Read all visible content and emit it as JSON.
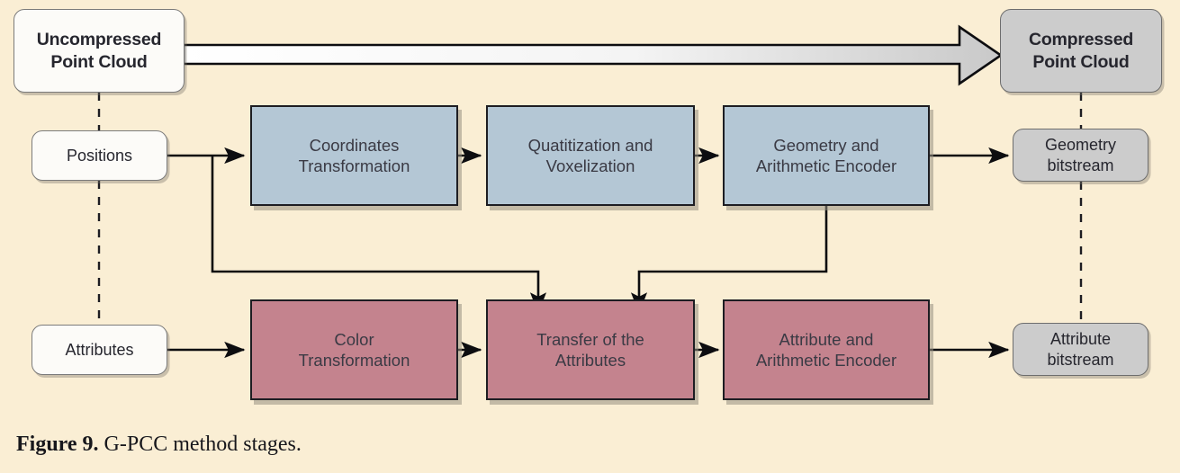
{
  "figure": {
    "caption_label": "Figure 9.",
    "caption_text": " G-PCC method stages."
  },
  "colors": {
    "background": "#faeed4",
    "geometry_stage": "#b4c7d5",
    "attribute_stage": "#c4838e",
    "terminal_input": "#fcfbf8",
    "terminal_output": "#cccccc",
    "stroke": "#1d1d22"
  },
  "diagram": {
    "type": "flowchart",
    "title": "G-PCC method stages",
    "nodes": [
      {
        "id": "uncompressed",
        "label": "Uncompressed\nPoint Cloud",
        "shape": "rounded",
        "fill": "#fcfbf8",
        "role": "input-terminal"
      },
      {
        "id": "compressed",
        "label": "Compressed\nPoint Cloud",
        "shape": "rounded",
        "fill": "#cccccc",
        "role": "output-terminal"
      },
      {
        "id": "positions",
        "label": "Positions",
        "shape": "rounded",
        "fill": "#fcfbf8",
        "role": "input-stream"
      },
      {
        "id": "attributes",
        "label": "Attributes",
        "shape": "rounded",
        "fill": "#fcfbf8",
        "role": "input-stream"
      },
      {
        "id": "coordinates-transformation",
        "label": "Coordinates\nTransformation",
        "shape": "rect",
        "fill": "#b4c7d5",
        "role": "geometry-stage"
      },
      {
        "id": "quantization-voxelization",
        "label": "Quatitization and\nVoxelization",
        "shape": "rect",
        "fill": "#b4c7d5",
        "role": "geometry-stage"
      },
      {
        "id": "geometry-arithmetic-encoder",
        "label": "Geometry and\nArithmetic Encoder",
        "shape": "rect",
        "fill": "#b4c7d5",
        "role": "geometry-stage"
      },
      {
        "id": "color-transformation",
        "label": "Color\nTransformation",
        "shape": "rect",
        "fill": "#c4838e",
        "role": "attribute-stage"
      },
      {
        "id": "transfer-of-the-attributes",
        "label": "Transfer of the\nAttributes",
        "shape": "rect",
        "fill": "#c4838e",
        "role": "attribute-stage"
      },
      {
        "id": "attribute-arithmetic-encoder",
        "label": "Attribute and\nArithmetic Encoder",
        "shape": "rect",
        "fill": "#c4838e",
        "role": "attribute-stage"
      },
      {
        "id": "geometry-bitstream",
        "label": "Geometry\nbitstream",
        "shape": "rounded",
        "fill": "#cccccc",
        "role": "output-stream"
      },
      {
        "id": "attribute-bitstream",
        "label": "Attribute\nbitstream",
        "shape": "rounded",
        "fill": "#cccccc",
        "role": "output-stream"
      }
    ],
    "edges": [
      {
        "from": "uncompressed",
        "to": "compressed",
        "style": "block-arrow"
      },
      {
        "from": "uncompressed",
        "to": "positions",
        "style": "dashed"
      },
      {
        "from": "positions",
        "to": "attributes",
        "style": "dashed"
      },
      {
        "from": "positions",
        "to": "coordinates-transformation",
        "style": "solid-arrow"
      },
      {
        "from": "positions",
        "to": "transfer-of-the-attributes",
        "style": "solid-arrow"
      },
      {
        "from": "coordinates-transformation",
        "to": "quantization-voxelization",
        "style": "solid-arrow"
      },
      {
        "from": "quantization-voxelization",
        "to": "geometry-arithmetic-encoder",
        "style": "solid-arrow"
      },
      {
        "from": "geometry-arithmetic-encoder",
        "to": "geometry-bitstream",
        "style": "solid-arrow"
      },
      {
        "from": "geometry-arithmetic-encoder",
        "to": "transfer-of-the-attributes",
        "style": "solid-arrow"
      },
      {
        "from": "attributes",
        "to": "color-transformation",
        "style": "solid-arrow"
      },
      {
        "from": "color-transformation",
        "to": "transfer-of-the-attributes",
        "style": "solid-arrow"
      },
      {
        "from": "transfer-of-the-attributes",
        "to": "attribute-arithmetic-encoder",
        "style": "solid-arrow"
      },
      {
        "from": "attribute-arithmetic-encoder",
        "to": "attribute-bitstream",
        "style": "solid-arrow"
      },
      {
        "from": "compressed",
        "to": "geometry-bitstream",
        "style": "dashed"
      },
      {
        "from": "geometry-bitstream",
        "to": "attribute-bitstream",
        "style": "dashed"
      }
    ]
  }
}
